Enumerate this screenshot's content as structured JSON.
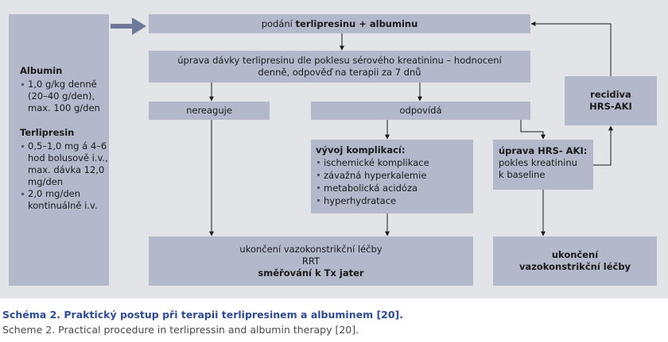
{
  "colors": {
    "panel": "#e3e4e8",
    "box": "#b3b8cb",
    "arrow": "#1a1a1a",
    "start_arrow": "#6e7899",
    "caption_accent": "#2e4b9a"
  },
  "sidebar": {
    "albumin_title": "Albumin",
    "albumin_items": [
      "1,0 g/kg denně (20–40 g/den), max. 100 g/den"
    ],
    "terlipresin_title": "Terlipresin",
    "terlipresin_items": [
      "0,5–1,0 mg á 4–6 hod bolusově i.v., max. dávka 12,0 mg/den",
      "2,0 mg/den kontinuálně i.v."
    ]
  },
  "flow": {
    "start": {
      "prefix": "podání ",
      "bold": "terlipresinu + albuminu"
    },
    "dose_adjust": "úprava dávky terlipresinu dle poklesu sérového kreatininu – hodnocení denně, odpověď na terapii za 7 dnů",
    "no_response": "nereaguje",
    "response": "odpovídá",
    "complications": {
      "title": "vývoj komplikací:",
      "items": [
        "ischemické komplikace",
        "závažná hyperkalemie",
        "metabolická acidóza",
        "hyperhydratace"
      ]
    },
    "end_therapy": {
      "line1": "ukončení vazokonstrikční léčby",
      "line2": "RRT",
      "line3": "směřování k Tx jater"
    },
    "relapse": {
      "line1": "recidiva",
      "line2": "HRS-AKI"
    },
    "hrs_adjust": {
      "title": "úprava HRS- AKI:",
      "line2": "pokles kreatininu",
      "line3": "k baseline"
    },
    "end_vaso": {
      "line1": "ukončení",
      "line2": "vazokonstrikční léčby"
    }
  },
  "caption": {
    "cz": "Schéma 2. Praktický postup při terapii terlipresinem a albuminem [20].",
    "en": "Scheme 2. Practical procedure in terlipressin and albumin therapy [20]."
  }
}
